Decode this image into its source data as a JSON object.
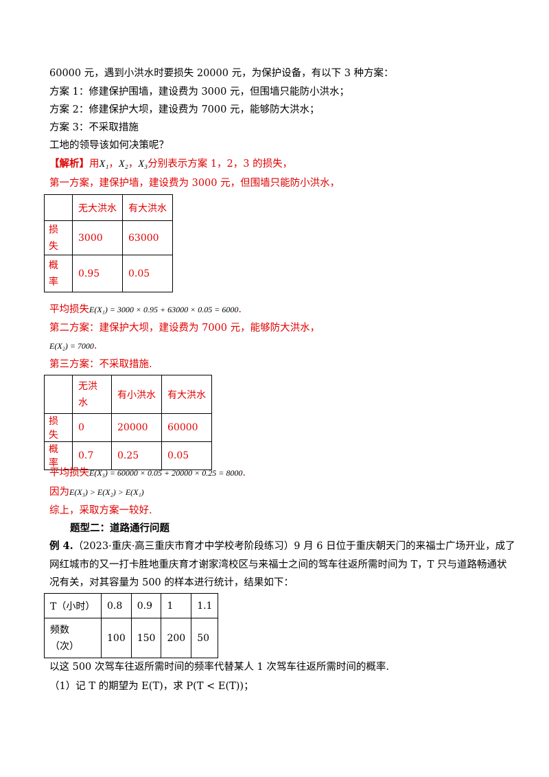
{
  "lines": {
    "l1": "60000 元，遇到小洪水时要损失 20000 元，为保护设备，有以下 3 种方案：",
    "l2": "方案 1：修建保护围墙，建设费为 3000 元，但围墙只能防小洪水；",
    "l3": "方案 2：修建保护大坝，建设费为 7000 元，能够防大洪水；",
    "l4": "方案 3：不采取措施",
    "l5": "工地的领导该如何决策呢？",
    "l6_tag": "【解析】",
    "l6_a": "用",
    "l6_x1": "X₁",
    "l6_sep1": "，",
    "l6_x2": "X₂",
    "l6_sep2": "，",
    "l6_x3": "X₃",
    "l6_b": "分别表示方案 1，2，3 的损失，",
    "l7": "第一方案，建保护墙，建设费为 3000 元，但围墙只能防小洪水，",
    "l8_a": "平均损失",
    "l8_formula": "E(X₁) = 3000 × 0.95 + 63000 × 0.05 = 6000",
    "l8_end": ".",
    "l9": "第二方案：建保护大坝，建设费为 7000 元，能够防大洪水，",
    "l10_formula": "E(X₂) = 7000",
    "l10_end": ".",
    "l11": "第三方案：不采取措施.",
    "l12_a": "平均损失",
    "l12_formula": "E(X₃) = 60000 × 0.05 + 20000 × 0.25 = 8000",
    "l12_end": ".",
    "l13_a": "因为",
    "l13_formula": "E(X₃) > E(X₂) > E(X₁)",
    "l14": "综上，采取方案一较好.",
    "l15": "题型二：道路通行问题",
    "l16_tag": "例 4.",
    "l16_a": "（2023·重庆·高三重庆市育才中学校考阶段练习）9 月 6 日位于重庆朝天门的来福士广场开业，成了",
    "l17": "网红城市的又一打卡胜地重庆育才谢家湾校区与来福士之间的驾车往返所需时间为 T，T 只与道路畅通状",
    "l18": "况有关，对其容量为 500 的样本进行统计，结果如下：",
    "l19": "以这 500 次驾车往返所需时间的频率代替某人 1 次驾车往返所需时间的概率.",
    "l20": "（1）记 T 的期望为 E(T)，求 P(T < E(T))；"
  },
  "table1": {
    "header": [
      "",
      "无大洪水",
      "有大洪水"
    ],
    "rows": [
      [
        "损\n失",
        "3000",
        "63000"
      ],
      [
        "概\n率",
        "0.95",
        "0.05"
      ]
    ]
  },
  "table2": {
    "header": [
      "",
      "无洪\n水",
      "有小洪水",
      "有大洪水"
    ],
    "rows": [
      [
        "损失",
        "0",
        "20000",
        "60000"
      ],
      [
        "概率",
        "0.7",
        "0.25",
        "0.05"
      ]
    ]
  },
  "table3": {
    "header": [
      "T（小时）",
      "0.8",
      "0.9",
      "1",
      "1.1"
    ],
    "rows": [
      [
        "频数\n（次）",
        "100",
        "150",
        "200",
        "50"
      ]
    ]
  }
}
